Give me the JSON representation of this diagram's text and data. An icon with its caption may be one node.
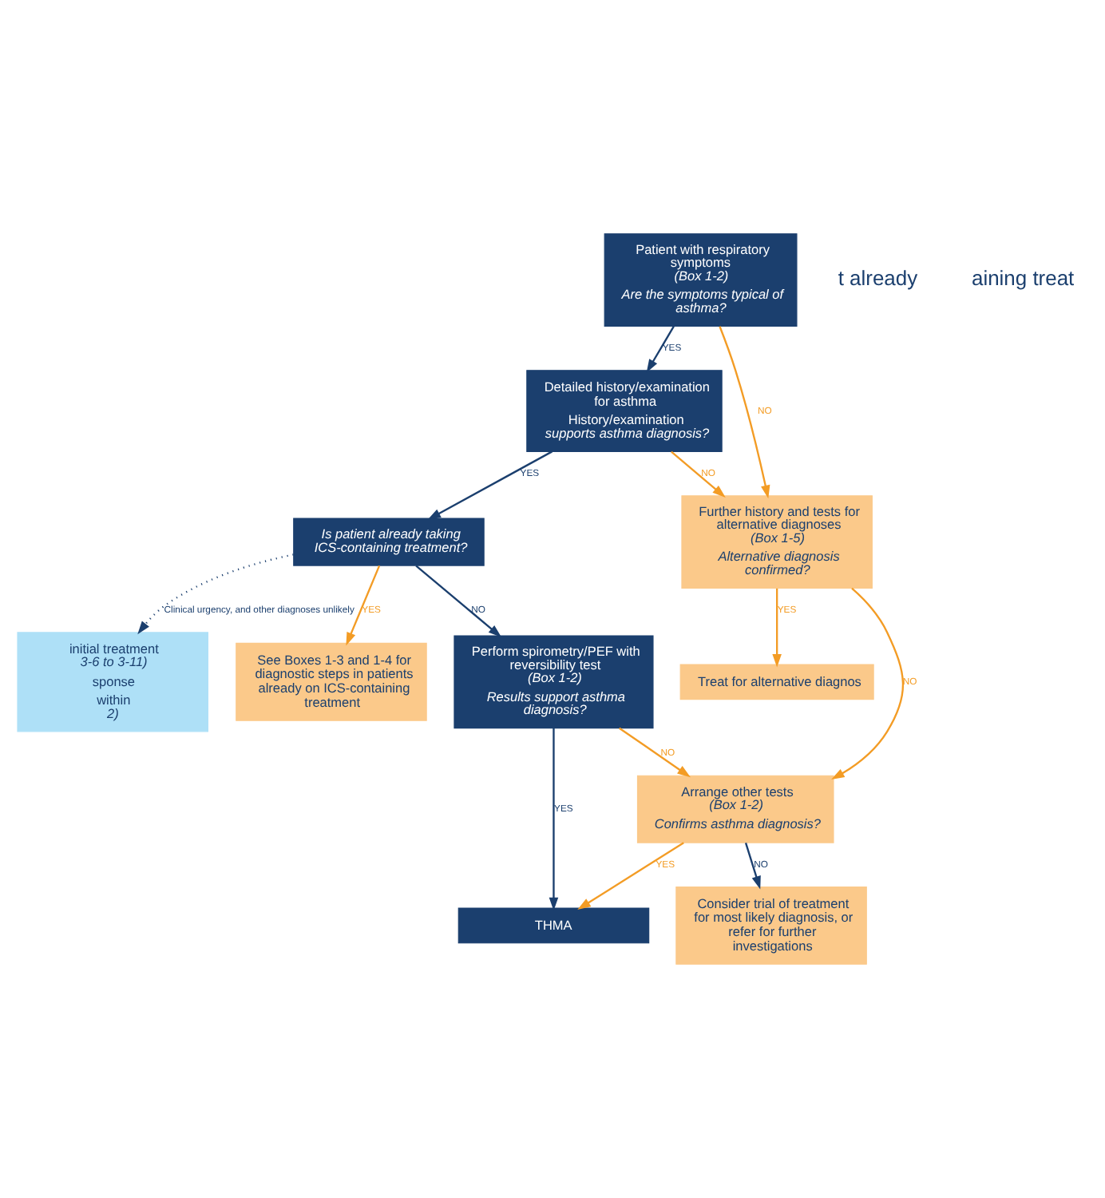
{
  "diagram": {
    "nodes": [
      {
        "text": [
          "Patient with respiratory symptoms *(Box 1-2)*",
          "*Are the symptoms typical of asthma?*"
        ]
      },
      {
        "text": [
          "Detailed history/examination for asthma",
          "History/examination *supports asthma diagnosis?*"
        ]
      },
      {
        "text": [
          "*Is patient already taking ICS-containing treatment?*"
        ]
      },
      {
        "text": [
          "Further history and tests for alternative diagnoses *(Box 1-5)*",
          "*Alternative diagnosis confirmed?*"
        ]
      },
      {
        "text": [
          "See Boxes 1-3 and 1-4 for diagnostic steps in patients already on ICS-containing treatment"
        ]
      },
      {
        "text": [
          "Perform spirometry/PEF with reversibility test *(Box 1-2)*",
          "*Results support asthma diagnosis?*"
        ]
      },
      {
        "text": [
          "Arrange other tests *(Box 1-2)*",
          "*Confirms asthma diagnosis?*"
        ]
      },
      {
        "text": [
          "initial treatment *3-6 to 3-11)*",
          "sponse",
          "within *2)*"
        ]
      },
      {
        "text": [
          "Consider trial of treatment for most likely diagnosis, or refer for further investigations"
        ]
      },
      {
        "text": [
          "THMA"
        ]
      },
      {
        "text": [
          "Treat for alternative diagnos"
        ]
      }
    ],
    "edges": [
      {
        "from": 0,
        "to": 1,
        "arrow": "to",
        "label": "YES",
        "color": "#1b3f6e"
      },
      {
        "from": 0,
        "to": 3,
        "arrow": "to",
        "label": "NO"
      },
      {
        "from": 1,
        "to": 2,
        "arrow": "to",
        "label": "YES",
        "color": "#1b3f6e"
      },
      {
        "from": 1,
        "to": 3,
        "arrow": "to",
        "label": "NO"
      },
      {
        "from": 2,
        "to": 4,
        "arrow": "to",
        "label": "YES"
      },
      {
        "from": 2,
        "to": 5,
        "arrow": "to",
        "label": "NO",
        "color": "#1b3f6e"
      },
      {
        "from": 2,
        "to": 7,
        "arrow": "to",
        "label": "Clinical urgency, and other diagnoses unlikely",
        "style": "dashed",
        "color": "#1b3f6e"
      },
      {
        "from": 5,
        "to": 6,
        "arrow": "to",
        "label": "NO"
      },
      {
        "from": 6,
        "to": 9,
        "arrow": "to",
        "label": "YES"
      },
      {
        "from": 5,
        "to": 9,
        "arrow": "to",
        "label": "YES",
        "color": "#1b3f6e"
      },
      {
        "from": 3,
        "to": 6,
        "arrow": "to",
        "label": "NO"
      },
      {
        "from": 3,
        "to": 10,
        "arrow": "to",
        "label": "YES"
      },
      {
        "from": 6,
        "to": 8,
        "arrow": "to",
        "label": "NO",
        "color": "#1b3f6e"
      }
    ],
    "labels": [
      "t already",
      "aining treat"
    ]
  }
}
